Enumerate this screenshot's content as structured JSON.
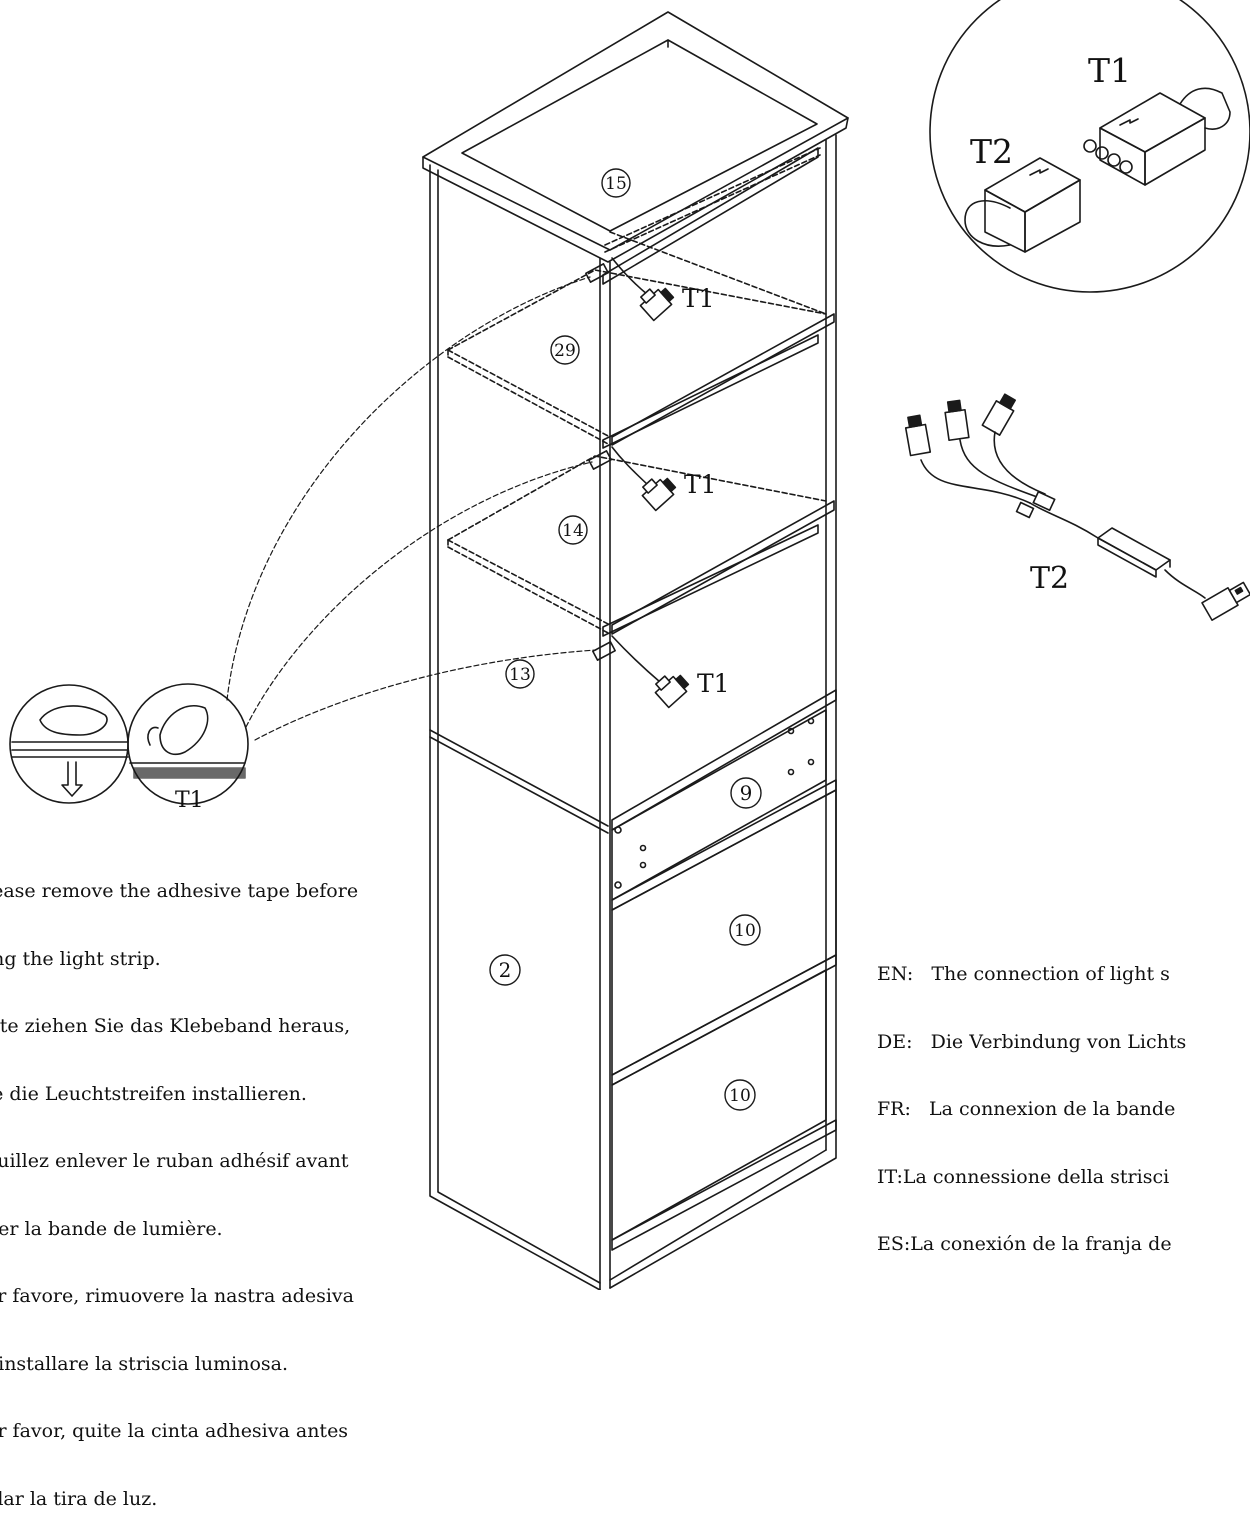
{
  "callouts": {
    "panel_2": "2",
    "panel_9": "9",
    "panel_10_a": "10",
    "panel_10_b": "10",
    "panel_13": "13",
    "panel_14": "14",
    "panel_15": "15",
    "panel_29": "29"
  },
  "connector_labels": {
    "t1_shelf_top": "T1",
    "t1_shelf_mid": "T1",
    "t1_shelf_low": "T1",
    "t1_detail": "T1",
    "t2_detail": "T2",
    "t2_cable": "T2",
    "t1_tape_detail": "T1"
  },
  "left_note": [
    "lease remove the adhesive tape before",
    "ing the light strip.",
    "itte ziehen Sie das Klebeband heraus,",
    "ie die Leuchtstreifen installieren.",
    "euillez enlever le ruban adhésif avant",
    "ller la bande de lumière.",
    "er favore, rimuovere la nastra adesiva",
    "i installare la striscia luminosa.",
    "or favor, quite la cinta adhesiva antes",
    "alar la tira de luz."
  ],
  "right_note": [
    "EN:   The connection of light s",
    "DE:   Die Verbindung von Lichts",
    "FR:   La connexion de la bande",
    "IT:La connessione della strisci",
    "ES:La conexión de la franja de"
  ]
}
